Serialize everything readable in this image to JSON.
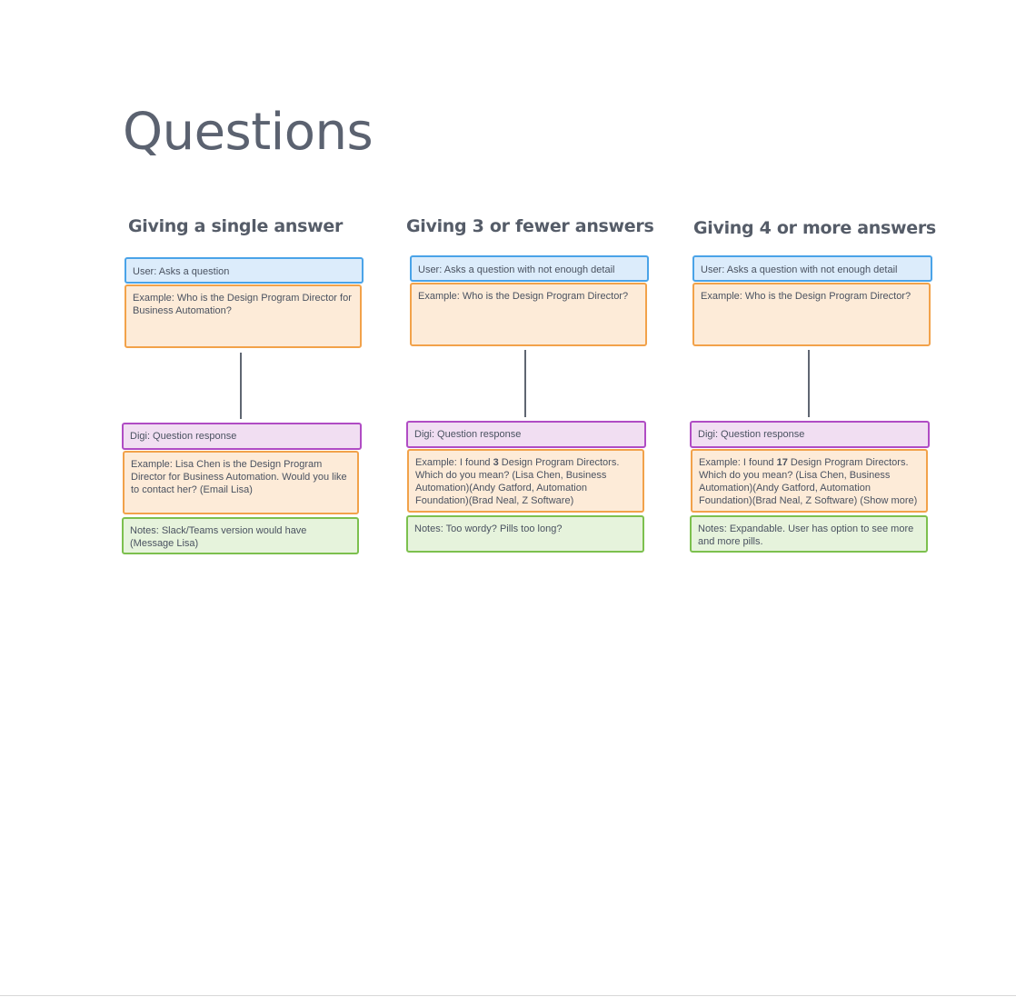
{
  "page": {
    "title": "Questions"
  },
  "columns": [
    {
      "title": "Giving a single answer",
      "user": "User: Asks a question",
      "user_example": "Example: Who is the Design Program Director for Business Automation?",
      "digi": "Digi: Question response",
      "digi_example": "Example: Lisa Chen is the Design Program Director for Business Automation. Would you like to contact her? (Email Lisa)",
      "notes": "Notes: Slack/Teams version would have (Message Lisa)"
    },
    {
      "title": "Giving 3 or fewer answers",
      "user": "User: Asks a question with not enough detail",
      "user_example": "Example: Who is the Design Program Director?",
      "digi": "Digi: Question response",
      "digi_example_pre": "Example: I found ",
      "digi_example_num": "3",
      "digi_example_post": " Design Program Directors. Which do you mean? (Lisa Chen, Business Automation)(Andy Gatford, Automation Foundation)(Brad Neal, Z Software)",
      "notes": "Notes: Too wordy? Pills too long?"
    },
    {
      "title": "Giving 4 or more answers",
      "user": "User: Asks a question with not enough detail",
      "user_example": "Example: Who is the Design Program Director?",
      "digi": "Digi: Question response",
      "digi_example_pre": "Example: I found ",
      "digi_example_num": "17",
      "digi_example_post": " Design Program Directors. Which do you mean? (Lisa Chen, Business Automation)(Andy Gatford, Automation Foundation)(Brad Neal, Z Software) (Show more)",
      "notes": "Notes: Expandable. User has option to see more and more pills."
    }
  ]
}
